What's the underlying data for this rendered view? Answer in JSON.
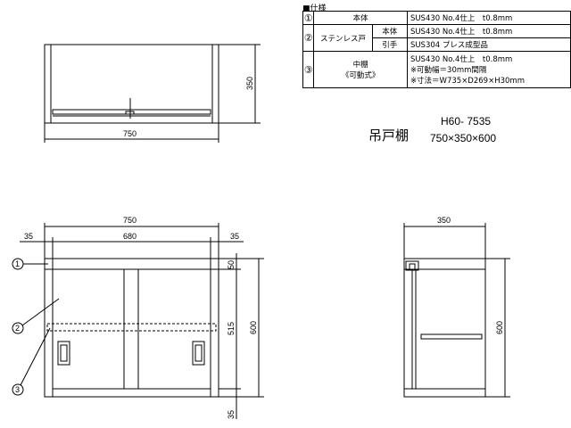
{
  "spec": {
    "heading": "■仕様",
    "rows": [
      {
        "no": "①",
        "name": "本体",
        "sub": "",
        "value": "SUS430 No.4仕上　t0.8mm"
      },
      {
        "no": "②",
        "name": "ステンレス戸",
        "sub": "本体",
        "value": "SUS430 No.4仕上　t0.8mm"
      },
      {
        "no": "",
        "name": "",
        "sub": "引手",
        "value": "SUS304 プレス成型品"
      },
      {
        "no": "③",
        "name": "中棚",
        "name2": "《可動式》",
        "value": "SUS430 No.4仕上　t0.8mm",
        "value2": "※可動幅＝30mm間隔",
        "value3": "※寸法＝W735×D269×H30mm"
      }
    ]
  },
  "product": {
    "name": "吊戸棚",
    "code": "H60- 7535",
    "size": "750×350×600"
  },
  "top_view": {
    "width_label": "750",
    "depth_label": "350"
  },
  "front_view": {
    "width_label": "750",
    "left_margin_label": "35",
    "inner_width_label": "680",
    "right_margin_label": "35",
    "top_label": "50",
    "door_label": "515",
    "height_label": "600",
    "bottom_label": "35",
    "callouts": [
      "1",
      "2",
      "3"
    ]
  },
  "side_view": {
    "depth_label": "350",
    "height_label": "600"
  }
}
